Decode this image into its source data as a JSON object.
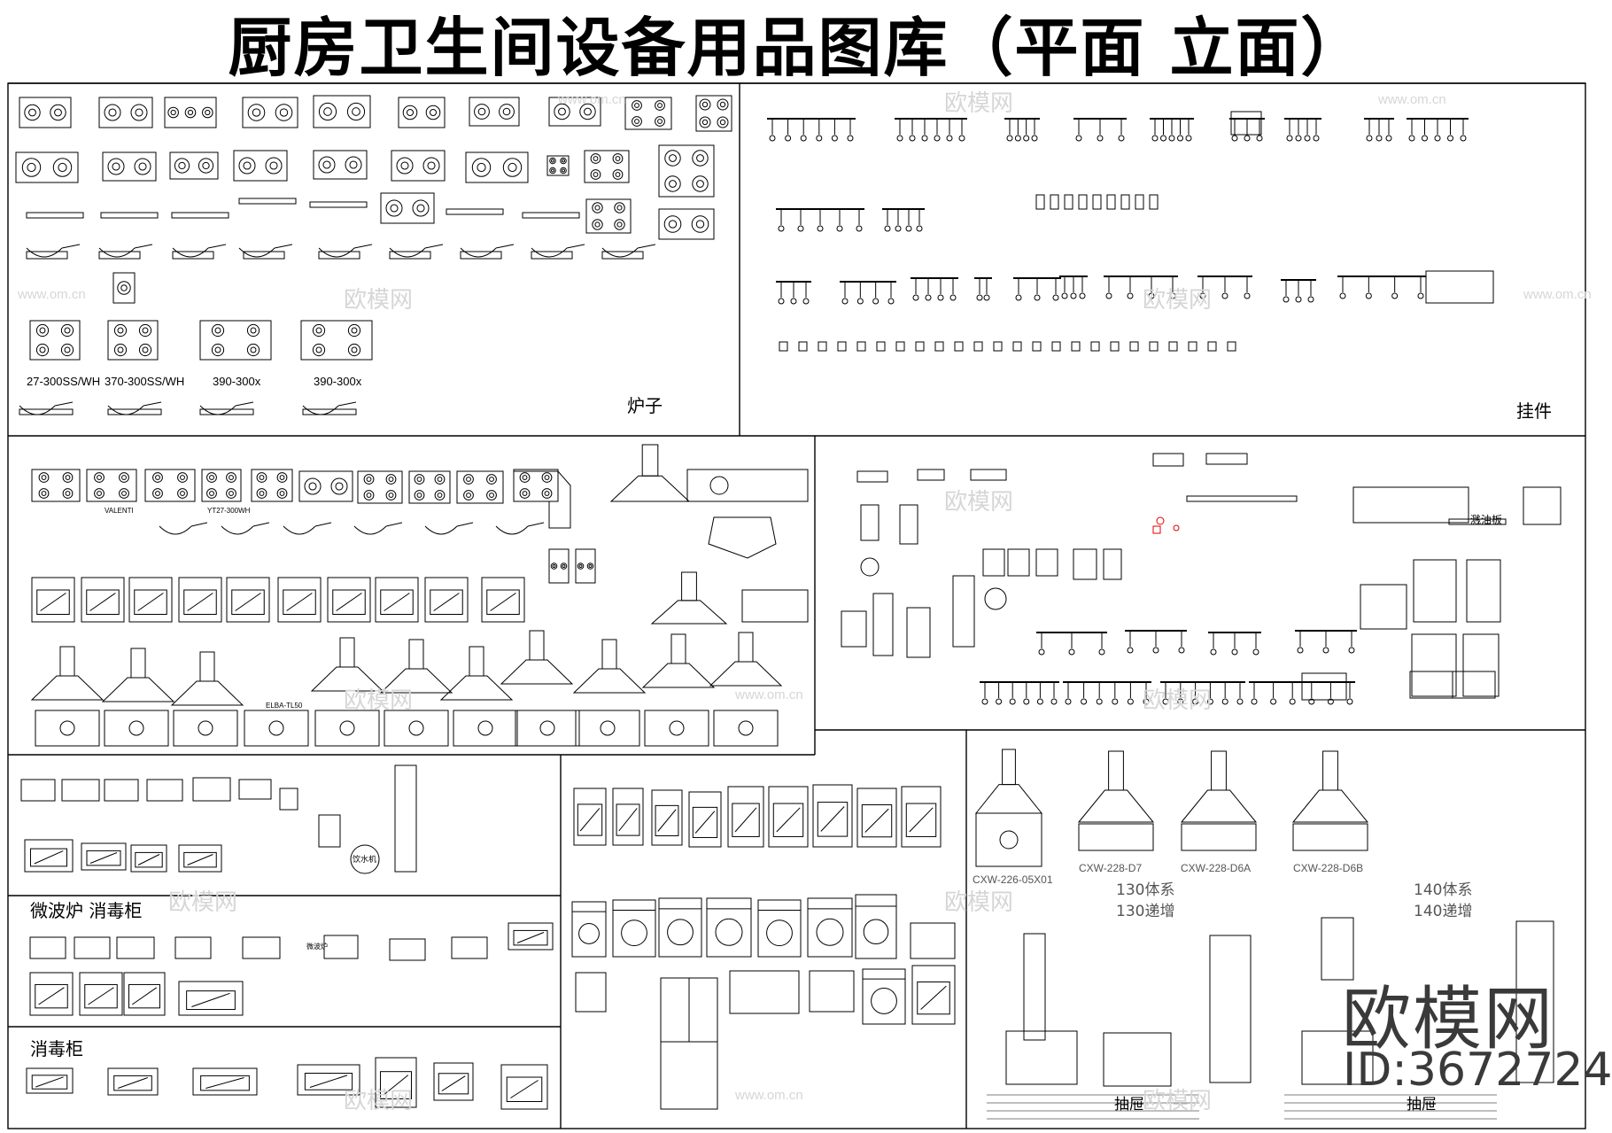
{
  "title": "厨房卫生间设备用品图库（平面  立面）",
  "sections": {
    "stove": "炉子",
    "hanging": "挂件",
    "microwave_sterilizer": "微波炉  消毒柜",
    "sterilizer": "消毒柜",
    "drawer_1": "抽屉",
    "drawer_2": "抽屉"
  },
  "stove_models": [
    "27-300SS/WH",
    "370-300SS/WH",
    "390-300x",
    "390-300x"
  ],
  "hood_models": [
    "CXW-226-05X01",
    "CXW-228-D7",
    "CXW-228-D6A",
    "CXW-228-D6B"
  ],
  "series": [
    "130体系",
    "130递增",
    "140体系",
    "140递增"
  ],
  "small_labels": {
    "valenti": "VALENTI",
    "yt": "YT27-300WH",
    "elba": "ELBA-TL50",
    "splash": "溅油板",
    "water_dispenser": "饮水机",
    "rice": "微波炉"
  },
  "watermark": {
    "brand": "欧模网",
    "id": "ID:3672724",
    "url": "www.om.cn"
  },
  "colors": {
    "line": "#000000",
    "accent": "#e00000",
    "watermark": "#d6d6d6"
  }
}
